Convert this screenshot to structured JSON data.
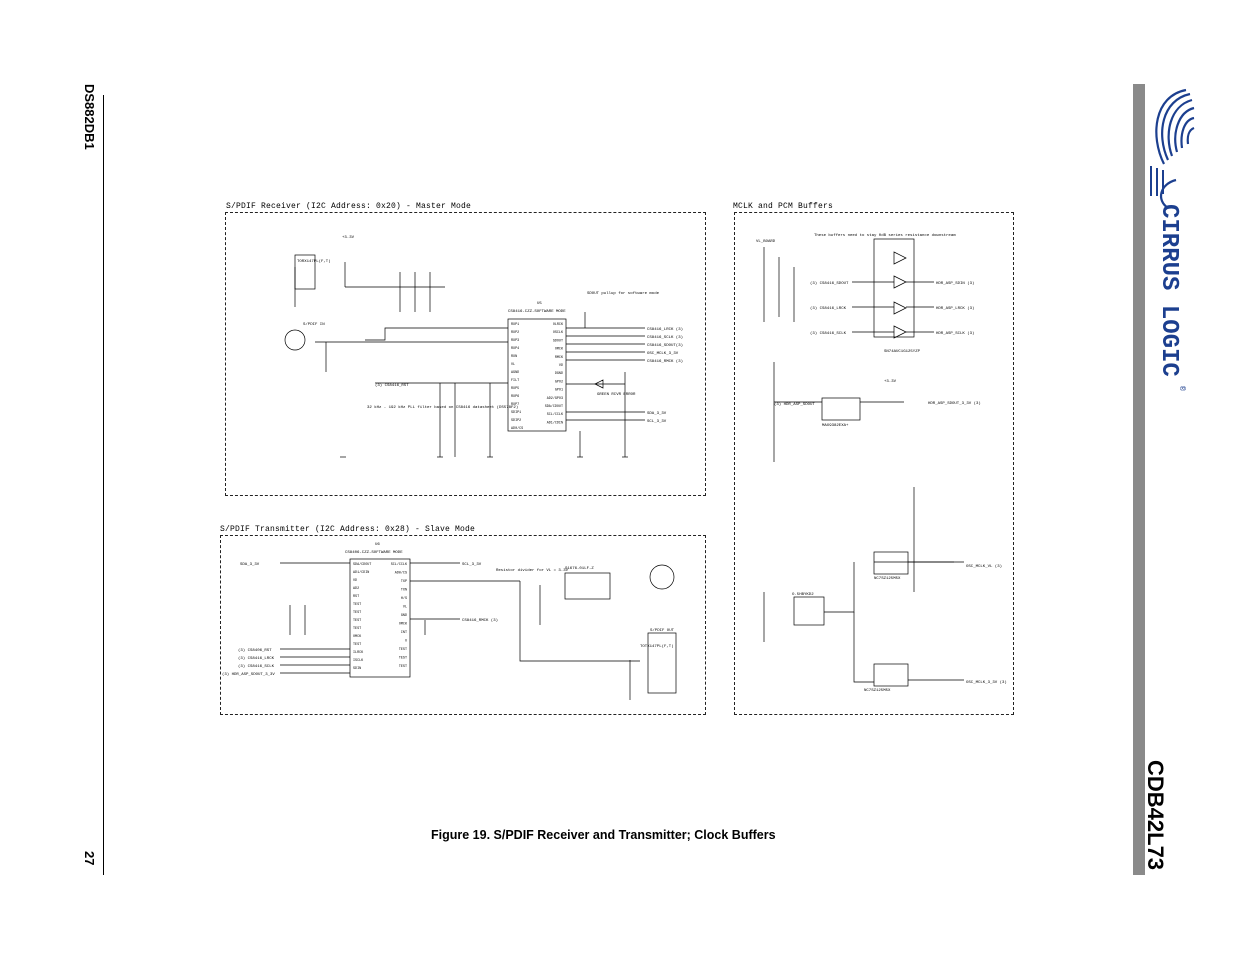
{
  "header": {
    "doc_id": "DS882DB1",
    "page_number": "27",
    "board_name": "CDB42L73"
  },
  "logo": {
    "company": "CIRRUS LOGIC",
    "registered": "®"
  },
  "figure": {
    "caption": "Figure 19.  S/PDIF Receiver and Transmitter; Clock Buffers"
  },
  "panels": {
    "receiver": {
      "title": "S/PDIF Receiver (I2C Address: 0x20) - Master Mode",
      "ic_name": "CS8416-CZZ-SOFTWARE MODE",
      "ic_ref": "U5",
      "left_pins": [
        "RXP1",
        "RXP2",
        "RXP3",
        "RXP4",
        "RXN",
        "VL",
        "AGND",
        "FILT",
        "RXP5",
        "RXP6",
        "RXP7",
        "SDIP1",
        "SDIP2",
        "AD0/CS"
      ],
      "right_pins": [
        "OLRCK",
        "OSCLK",
        "SDOUT",
        "OMCK",
        "RMCK",
        "VD",
        "DGND",
        "GPO2",
        "GPO1",
        "AD2/GPO3",
        "SDA/CDOUT",
        "SCL/CCLK",
        "AD1/CDIN"
      ],
      "nets": [
        "CS8416_LRCK (3)",
        "CS8416_SCLK (3)",
        "CS8416_SDOUT(3)",
        "OSC_MCLK_3_3V",
        "CS8416_RMCK (3)",
        "SDA_3_3V",
        "SCL_3_3V",
        "(3) CS8416_RST"
      ],
      "notes": [
        "SDOUT pullup for software mode",
        "32 kHz - 192 kHz PLL filter based on CS8416 datasheet (DS578F2)",
        "GREEN RCVR ERROR"
      ],
      "supply": "+3.3V",
      "connector": "S/PDIF IN",
      "optical": "TORX147PL(F,T)"
    },
    "mclk": {
      "title": "MCLK and PCM Buffers",
      "note": "These buffers need to stay 0dB series resistance downstream",
      "buffers": [
        "HDR_ASP_SDIN (3)",
        "HDR_ASP_LRCK (3)",
        "HDR_ASP_SCLK (3)",
        "HDR_ASP_SDOUT_3_3V (3)"
      ],
      "inputs": [
        "(3) CS8416_SDOUT",
        "(3) CS8416_LRCK",
        "(3) CS8416_SCLK",
        "(3) HDR_ASP_SDOUT"
      ],
      "ic_parts": [
        "SN74AUC1G125YZP",
        "MAX9382EXA+",
        "NC7SZ125M5X",
        "NC7SZ125M5X"
      ],
      "clock_outputs": [
        "OSC_MCLK_VL (3)",
        "OSC_MCLK_3_3V (3)"
      ],
      "osc": "O.5HBYKD2",
      "rails": [
        "VL_BOARD",
        "+3.3V"
      ]
    },
    "transmitter": {
      "title": "S/PDIF Transmitter  (I2C Address: 0x28) - Slave Mode",
      "ic_name": "CS8406-CZZ-SOFTWARE MODE",
      "ic_ref": "U6",
      "left_pins": [
        "SDA/CDOUT",
        "AD1/CDIN",
        "VD",
        "AD2",
        "RST",
        "TEST",
        "TEST",
        "TEST",
        "TEST",
        "OMCK",
        "TEST",
        "ILRCK",
        "ISCLK",
        "SDIN"
      ],
      "right_pins": [
        "SCL/CCLK",
        "AD0/CS",
        "TXP",
        "TXN",
        "H/S",
        "VL",
        "GND",
        "OMCK",
        "INT",
        "U",
        "TEST",
        "TEST",
        "TEST"
      ],
      "inputs": [
        "SDA_3_3V",
        "(3) CS8406_RST",
        "(3) CS8416_LRCK",
        "(3) CS8416_SCLK",
        "(3) HDR_ASP_SDOUT_3_3V"
      ],
      "outputs": [
        "SCL_3_3V",
        "CS8416_RMCK (3)"
      ],
      "notes": [
        "Resistor divider for VL = 3.3V",
        "S/PDIF OUT",
        "TOTX147PL(F,T)"
      ],
      "transformer": "S1676-01LF-Z"
    }
  }
}
